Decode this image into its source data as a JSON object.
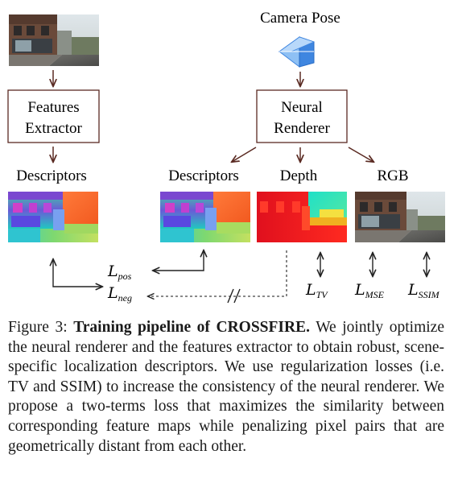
{
  "diagram": {
    "camera_pose_label": "Camera Pose",
    "features_extractor_line1": "Features",
    "features_extractor_line2": "Extractor",
    "neural_renderer_line1": "Neural",
    "neural_renderer_line2": "Renderer",
    "descriptors_left_label": "Descriptors",
    "descriptors_right_label": "Descriptors",
    "depth_label": "Depth",
    "rgb_label": "RGB",
    "loss_pos": {
      "base": "L",
      "sub": "pos"
    },
    "loss_neg": {
      "base": "L",
      "sub": "neg"
    },
    "loss_tv": {
      "base": "L",
      "sub": "TV"
    },
    "loss_mse": {
      "base": "L",
      "sub": "MSE"
    },
    "loss_ssim": {
      "base": "L",
      "sub": "SSIM"
    }
  },
  "caption": {
    "prefix": "Figure 3: ",
    "title": "Training pipeline of CROSSFIRE.",
    "body": " We jointly optimize the neural renderer and the features extractor to obtain robust, scene-specific localization descriptors. We use regularization losses (i.e. TV and SSIM) to increase the consistency of the neural renderer. We propose a two-terms loss that maximizes the similarity between corresponding feature maps while penalizing pixel pairs that are geometri­cally distant from each other."
  },
  "colors": {
    "box_border": "#5a2a22",
    "arrow": "#5a2a22",
    "camera_blue": "#3f86e0",
    "depth_red": "#e0101e",
    "depth_cyan": "#20d9c0"
  }
}
